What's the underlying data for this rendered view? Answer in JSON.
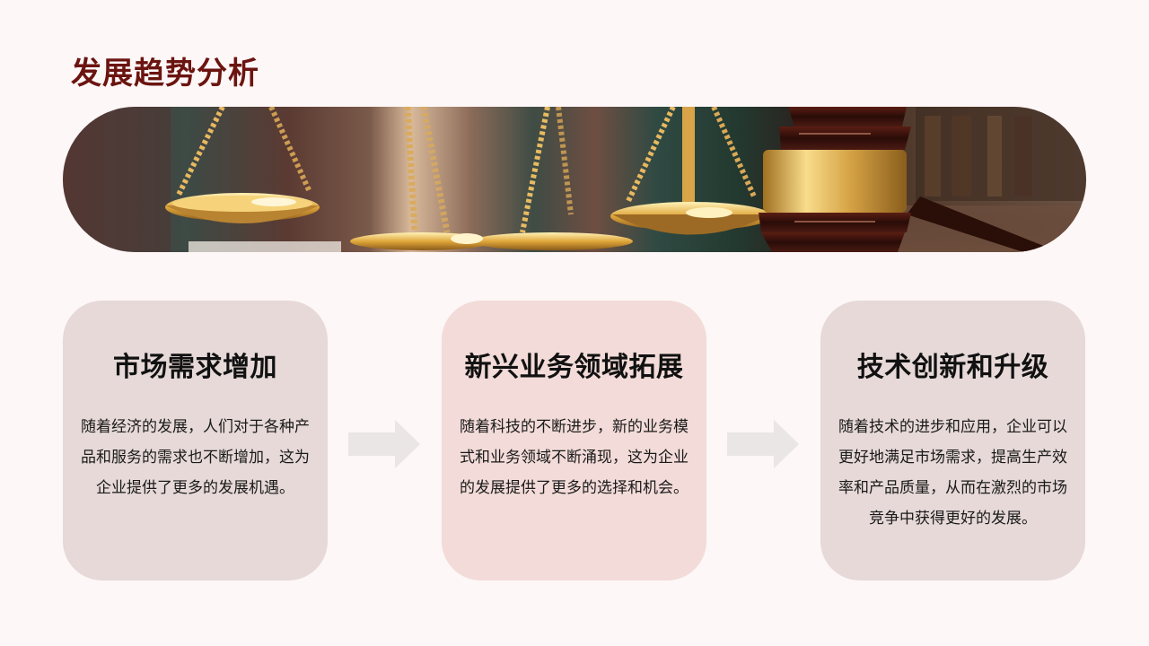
{
  "slide": {
    "title": "发展趋势分析",
    "banner": {
      "image_description": "golden scales of justice and wooden judge gavel with gold band",
      "icon": "scales-gavel-image"
    },
    "cards": [
      {
        "heading": "市场需求增加",
        "body": "随着经济的发展，人们对于各种产品和服务的需求也不断增加，这为企业提供了更多的发展机遇。",
        "background": "#e6d9d8"
      },
      {
        "heading": "新兴业务领域拓展",
        "body": "随着科技的不断进步，新的业务模式和业务领域不断涌现，这为企业的发展提供了更多的选择和机会。",
        "background": "#f2dbd8"
      },
      {
        "heading": "技术创新和升级",
        "body": "随着技术的进步和应用，企业可以更好地满足市场需求，提高生产效率和产品质量，从而在激烈的市场竞争中获得更好的发展。",
        "background": "#e6d9d8"
      }
    ],
    "arrows": [
      {
        "icon": "arrow-right-icon",
        "color": "#eae6e6"
      },
      {
        "icon": "arrow-right-icon",
        "color": "#eae6e6"
      }
    ],
    "colors": {
      "background": "#fdf7f7",
      "title": "#6b1410",
      "heading": "#111111",
      "body": "#1a1a1a"
    }
  }
}
